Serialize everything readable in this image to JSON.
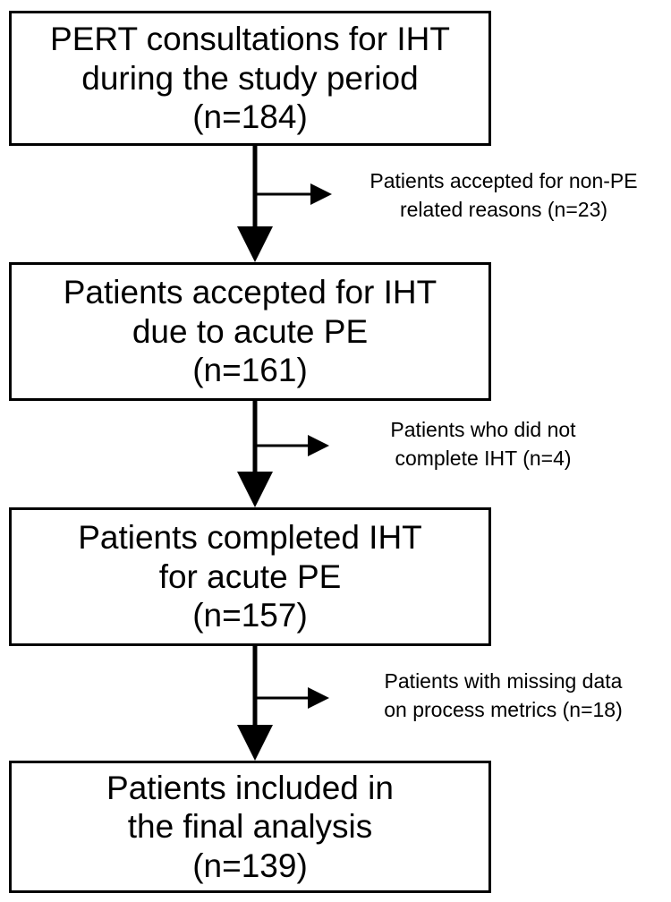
{
  "steps": [
    {
      "lines": [
        "PERT consultations for IHT",
        "during the study period",
        "(n=184)"
      ]
    },
    {
      "lines": [
        "Patients accepted for IHT",
        "due to acute PE",
        "(n=161)"
      ]
    },
    {
      "lines": [
        "Patients completed IHT",
        "for acute PE",
        "(n=157)"
      ]
    },
    {
      "lines": [
        "Patients included in",
        "the final analysis",
        "(n=139)"
      ]
    }
  ],
  "exclusions": [
    {
      "lines": [
        "Patients accepted for non-PE",
        "related reasons (n=23)"
      ]
    },
    {
      "lines": [
        "Patients who did not",
        "complete IHT (n=4)"
      ]
    },
    {
      "lines": [
        "Patients with missing data",
        "on process metrics (n=18)"
      ]
    }
  ]
}
